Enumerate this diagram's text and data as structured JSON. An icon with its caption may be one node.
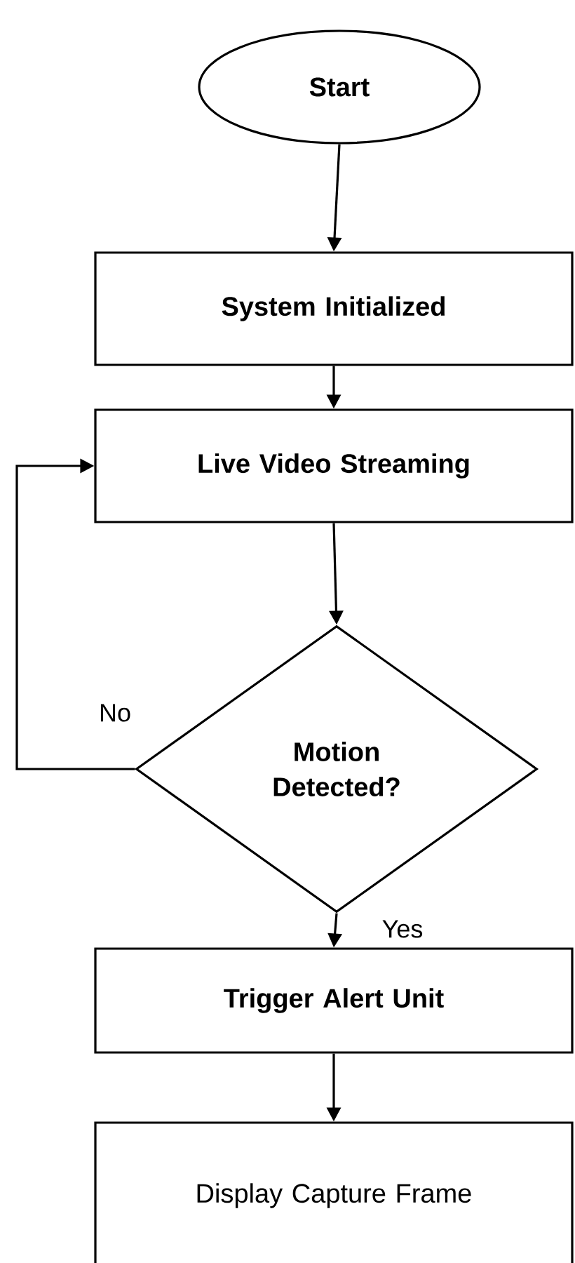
{
  "diagram": {
    "nodes": [
      {
        "text": [
          "Start"
        ]
      },
      {
        "text": [
          "System Initialized"
        ]
      },
      {
        "text": [
          "Live Video Streaming"
        ]
      },
      {
        "text": [
          "Motion Detected?"
        ]
      },
      {
        "text": [
          "Trigger Alert Unit"
        ]
      },
      {
        "text": [
          "Display Capture Frame"
        ]
      }
    ],
    "edges": [
      {
        "from": 0,
        "to": 1,
        "arrow": "to"
      },
      {
        "from": 1,
        "to": 2,
        "arrow": "to"
      },
      {
        "from": 2,
        "to": 3,
        "arrow": "to"
      },
      {
        "from": 3,
        "to": 4,
        "arrow": "to",
        "label": "Yes"
      },
      {
        "from": 4,
        "to": 5,
        "arrow": "to"
      },
      {
        "from": 3,
        "to": 2,
        "arrow": "to",
        "label": "No"
      }
    ]
  }
}
